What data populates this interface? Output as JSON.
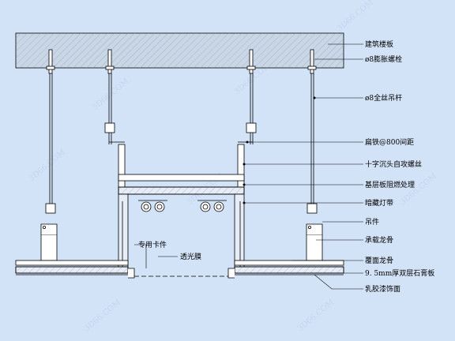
{
  "colors": {
    "background": "#d3e3f7",
    "line": "#000000",
    "slab_fill": "#c9d6e6",
    "hatch": "#8e9bb0",
    "board_fill": "#e6edf7",
    "watermark": "#b7c8e6"
  },
  "labels": {
    "slab": "建筑楼板",
    "anchor_bolt": "ø8膨胀螺栓",
    "threaded_rod": "ø8全丝吊杆",
    "flat_iron": "扁铁@800间距",
    "screw": "十字沉头自攻螺丝",
    "base_board": "基层板阻燃处理",
    "light_strip": "暗藏灯带",
    "hanger": "吊件",
    "main_keel": "承载龙骨",
    "cover_keel": "覆面龙骨",
    "gypsum": "9. 5mm厚双层石膏板",
    "paint": "乳胶漆饰面",
    "clip": "专用卡件",
    "film": "透光膜"
  },
  "watermark_text": "3D66.COM"
}
